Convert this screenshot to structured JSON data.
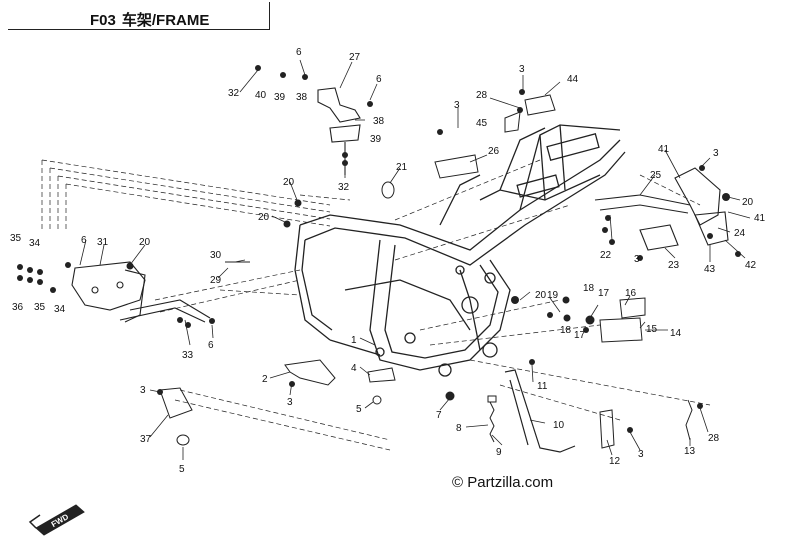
{
  "header": {
    "code": "F03",
    "title": "车架/FRAME"
  },
  "watermark": "© Partzilla.com",
  "fwd_label": "FWD",
  "callouts": [
    {
      "label": "6"
    },
    {
      "label": "27"
    },
    {
      "label": "6"
    },
    {
      "label": "32"
    },
    {
      "label": "40"
    },
    {
      "label": "39"
    },
    {
      "label": "38"
    },
    {
      "label": "38"
    },
    {
      "label": "39"
    },
    {
      "label": "32"
    },
    {
      "label": "3"
    },
    {
      "label": "44"
    },
    {
      "label": "28"
    },
    {
      "label": "3"
    },
    {
      "label": "45"
    },
    {
      "label": "26"
    },
    {
      "label": "21"
    },
    {
      "label": "20"
    },
    {
      "label": "20"
    },
    {
      "label": "41"
    },
    {
      "label": "3"
    },
    {
      "label": "25"
    },
    {
      "label": "20"
    },
    {
      "label": "41"
    },
    {
      "label": "24"
    },
    {
      "label": "22"
    },
    {
      "label": "3"
    },
    {
      "label": "23"
    },
    {
      "label": "43"
    },
    {
      "label": "42"
    },
    {
      "label": "35"
    },
    {
      "label": "34"
    },
    {
      "label": "6"
    },
    {
      "label": "31"
    },
    {
      "label": "20"
    },
    {
      "label": "36"
    },
    {
      "label": "35"
    },
    {
      "label": "34"
    },
    {
      "label": "30"
    },
    {
      "label": "29"
    },
    {
      "label": "33"
    },
    {
      "label": "6"
    },
    {
      "label": "1"
    },
    {
      "label": "20"
    },
    {
      "label": "19"
    },
    {
      "label": "18"
    },
    {
      "label": "17"
    },
    {
      "label": "18"
    },
    {
      "label": "17"
    },
    {
      "label": "16"
    },
    {
      "label": "15"
    },
    {
      "label": "14"
    },
    {
      "label": "2"
    },
    {
      "label": "3"
    },
    {
      "label": "4"
    },
    {
      "label": "5"
    },
    {
      "label": "11"
    },
    {
      "label": "7"
    },
    {
      "label": "8"
    },
    {
      "label": "9"
    },
    {
      "label": "10"
    },
    {
      "label": "3"
    },
    {
      "label": "37"
    },
    {
      "label": "5"
    },
    {
      "label": "12"
    },
    {
      "label": "3"
    },
    {
      "label": "13"
    },
    {
      "label": "28"
    }
  ]
}
